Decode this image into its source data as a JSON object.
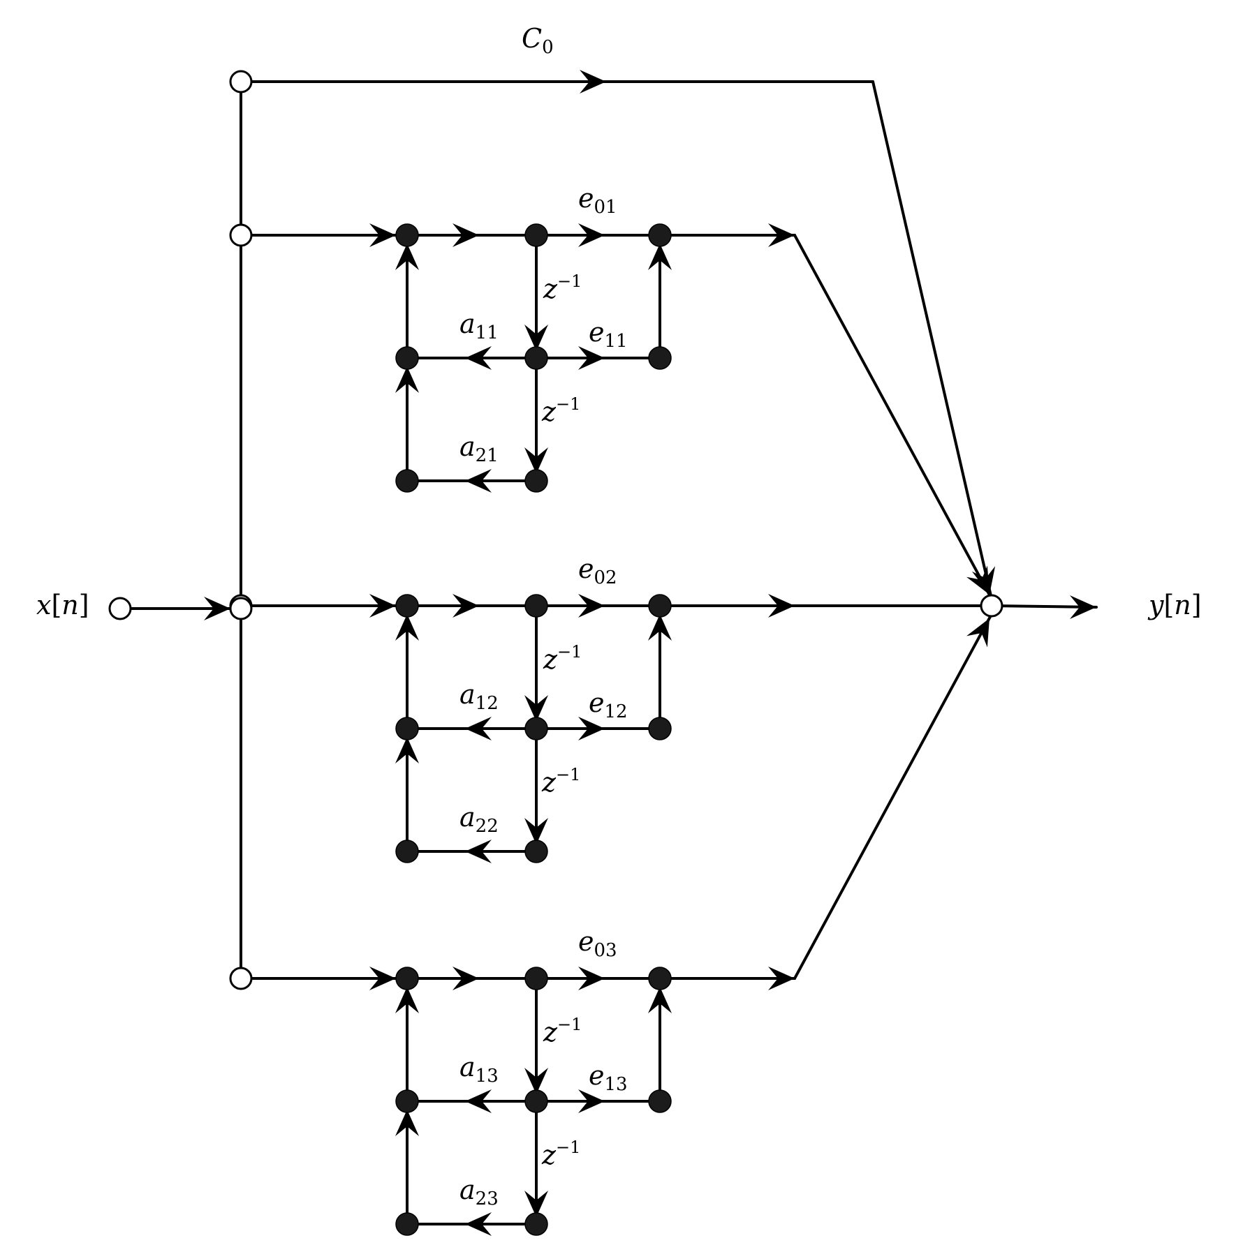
{
  "input": {
    "sym": "x",
    "lb": "[",
    "arg": "n",
    "rb": "]"
  },
  "output": {
    "sym": "y",
    "lb": "[",
    "arg": "n",
    "rb": "]"
  },
  "direct": {
    "sym": "C",
    "sub": "0"
  },
  "delay": {
    "sym": "z",
    "sup": "−1"
  },
  "sections": [
    {
      "e0": {
        "sym": "e",
        "sub": "01"
      },
      "e1": {
        "sym": "e",
        "sub": "11"
      },
      "a1": {
        "sym": "a",
        "sub": "11"
      },
      "a2": {
        "sym": "a",
        "sub": "21"
      }
    },
    {
      "e0": {
        "sym": "e",
        "sub": "02"
      },
      "e1": {
        "sym": "e",
        "sub": "12"
      },
      "a1": {
        "sym": "a",
        "sub": "12"
      },
      "a2": {
        "sym": "a",
        "sub": "22"
      }
    },
    {
      "e0": {
        "sym": "e",
        "sub": "03"
      },
      "e1": {
        "sym": "e",
        "sub": "13"
      },
      "a1": {
        "sym": "a",
        "sub": "13"
      },
      "a2": {
        "sym": "a",
        "sub": "23"
      }
    }
  ]
}
